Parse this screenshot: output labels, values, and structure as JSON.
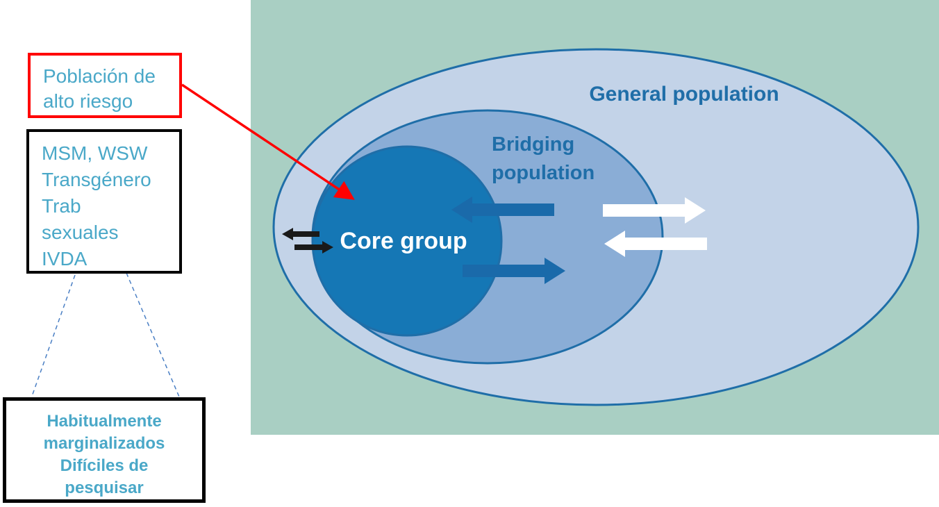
{
  "boxes": {
    "high_risk": {
      "lines": [
        "Población de",
        "alto riesgo"
      ]
    },
    "groups": {
      "lines": [
        "MSM, WSW",
        "Transgénero",
        "Trab",
        "sexuales",
        "IVDA"
      ]
    },
    "notes": {
      "lines": [
        "Habitualmente",
        "marginalizados",
        "Difíciles de",
        "pesquisar"
      ]
    }
  },
  "diagram": {
    "general_population_label": "General population",
    "bridging_population_label_line1": "Bridging",
    "bridging_population_label_line2": "population",
    "core_group_label": "Core group"
  },
  "colors": {
    "panel_background": "#a9cfc3",
    "general_population_fill": "#c3d3e8",
    "bridging_population_fill": "#8aadd6",
    "core_group_fill": "#1577b5",
    "ellipse_stroke": "#1f6ea8",
    "label_blue": "#1f6ea8",
    "box_text": "#4aa8c8",
    "pointer_arrow": "#ff0000"
  }
}
